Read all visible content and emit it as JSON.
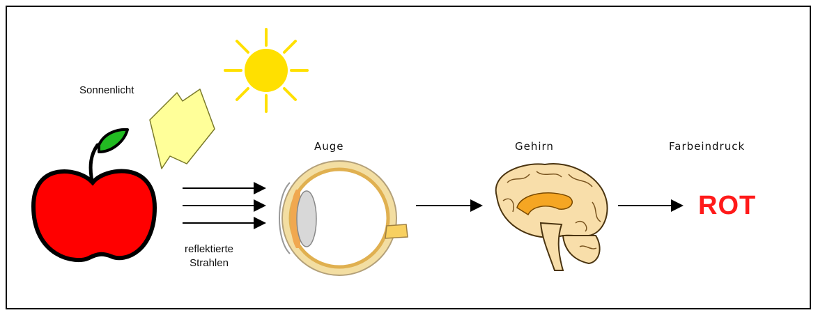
{
  "labels": {
    "sunlight": "Sonnenlicht",
    "reflected_line1": "reflektierte",
    "reflected_line2": "Strahlen",
    "eye": "Auge",
    "brain": "Gehirn",
    "color_impression": "Farbeindruck",
    "result": "ROT"
  },
  "icons": [
    "sun-icon",
    "sunlight-arrow-icon",
    "apple-icon",
    "eye-icon",
    "brain-icon"
  ],
  "colors": {
    "apple_red": "#ff0000",
    "leaf_green": "#22bb22",
    "sun_yellow": "#ffe000",
    "sunlight_arrow": "#ffff99",
    "result_red": "#ff1a1a"
  }
}
